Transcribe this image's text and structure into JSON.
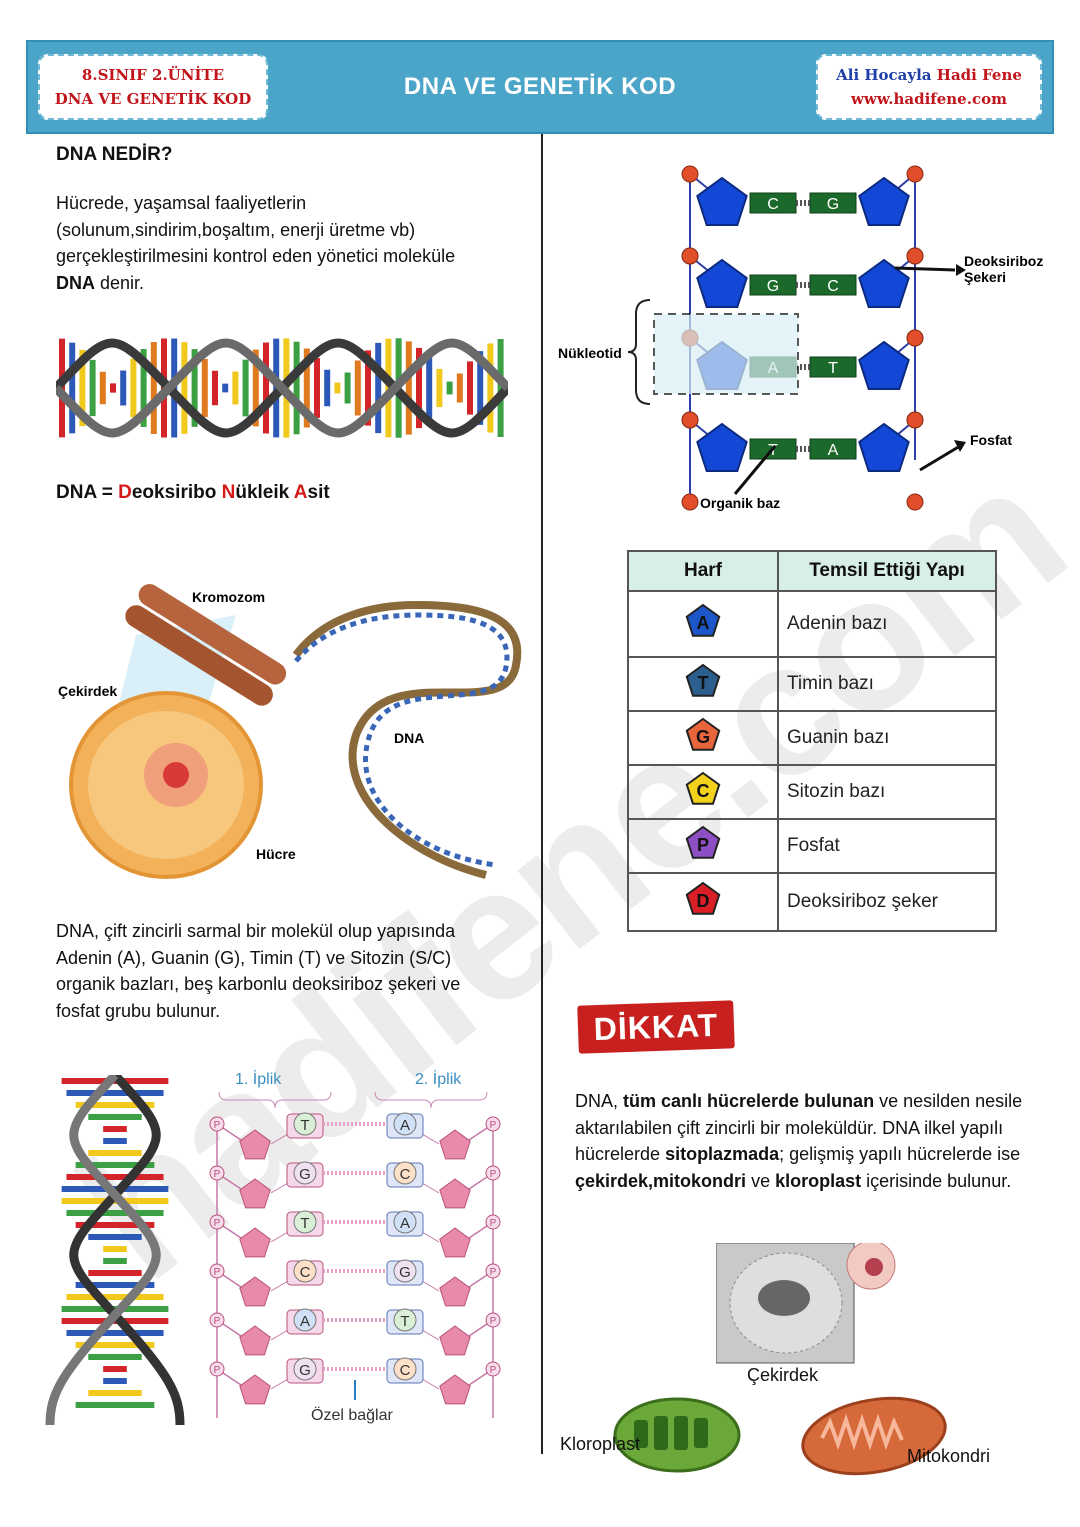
{
  "header": {
    "left_line1": "8.SINIF 2.ÜNİTE",
    "left_line2": "DNA VE GENETİK KOD",
    "title": "DNA VE GENETİK KOD",
    "right_line1_a": "Ali Hocayla ",
    "right_line1_b": "Hadi Fene",
    "right_line2": "www.hadifene.com"
  },
  "left": {
    "heading": "DNA NEDİR?",
    "intro_1": "Hücrede, yaşamsal faaliyetlerin",
    "intro_2": "(solunum,sindirim,boşaltım, enerji üretme vb)",
    "intro_3": "gerçekleştirilmesini kontrol eden yönetici moleküle",
    "intro_4_bold": "DNA",
    "intro_4_rest": " denir.",
    "acronym": {
      "prefix": "DNA = ",
      "d": "D",
      "d_rest": "eoksiribo ",
      "n": "N",
      "n_rest": "ükleik ",
      "a": "A",
      "a_rest": "sit"
    },
    "cell_labels": {
      "chromosome": "Kromozom",
      "nucleus": "Çekirdek",
      "dna": "DNA",
      "cell": "Hücre"
    },
    "structure_1": "DNA, çift zincirli sarmal bir molekül olup yapısında",
    "structure_2": "Adenin (A), Guanin (G), Timin (T) ve Sitozin (S/C)",
    "structure_3": "organik bazları, beş karbonlu deoksiriboz şekeri ve",
    "structure_4": "fosfat grubu bulunur.",
    "strand_labels": {
      "strand1": "1. İplik",
      "strand2": "2. İplik",
      "bonds": "Özel bağlar"
    },
    "strand_pairs": [
      [
        "T",
        "A"
      ],
      [
        "G",
        "C"
      ],
      [
        "T",
        "A"
      ],
      [
        "C",
        "G"
      ],
      [
        "A",
        "T"
      ],
      [
        "G",
        "C"
      ]
    ],
    "phosphate": "P"
  },
  "right": {
    "diagram_labels": {
      "sugar": "Deoksiriboz\nŞekeri",
      "nucleotide": "Nükleotid",
      "phosphate": "Fosfat",
      "base": "Organik baz"
    },
    "diagram_pairs": [
      [
        "C",
        "G"
      ],
      [
        "G",
        "C"
      ],
      [
        "A",
        "T"
      ],
      [
        "T",
        "A"
      ]
    ],
    "table": {
      "col1": "Harf",
      "col2": "Temsil Ettiği Yapı",
      "rows": [
        {
          "letter": "A",
          "name": "Adenin bazı",
          "color": "#1d56c9"
        },
        {
          "letter": "T",
          "name": "Timin bazı",
          "color": "#2c5f8e"
        },
        {
          "letter": "G",
          "name": "Guanin bazı",
          "color": "#e8643c"
        },
        {
          "letter": "C",
          "name": "Sitozin bazı",
          "color": "#f2d21b"
        },
        {
          "letter": "P",
          "name": "Fosfat",
          "color": "#8e4fc4"
        },
        {
          "letter": "D",
          "name": "Deoksiriboz şeker",
          "color": "#d91e26"
        }
      ]
    },
    "warning_badge": "DİKKAT",
    "note_p1": "DNA, ",
    "note_b1": "tüm canlı hücrelerde bulunan",
    "note_p2": " ve nesilden nesile aktarılabilen çift zincirli bir moleküldür. DNA ilkel yapılı hücrelerde ",
    "note_b2": "sitoplazmada",
    "note_p3": ";  gelişmiş yapılı hücrelerde ise ",
    "note_b3": "çekirdek,mitokondri",
    "note_p4": " ve ",
    "note_b4": "kloroplast",
    "note_p5": " içerisinde bulunur.",
    "organelles": {
      "nucleus": "Çekirdek",
      "chloroplast": "Kloroplast",
      "mitochondria": "Mitokondri"
    }
  },
  "watermark": "hadifene.com"
}
